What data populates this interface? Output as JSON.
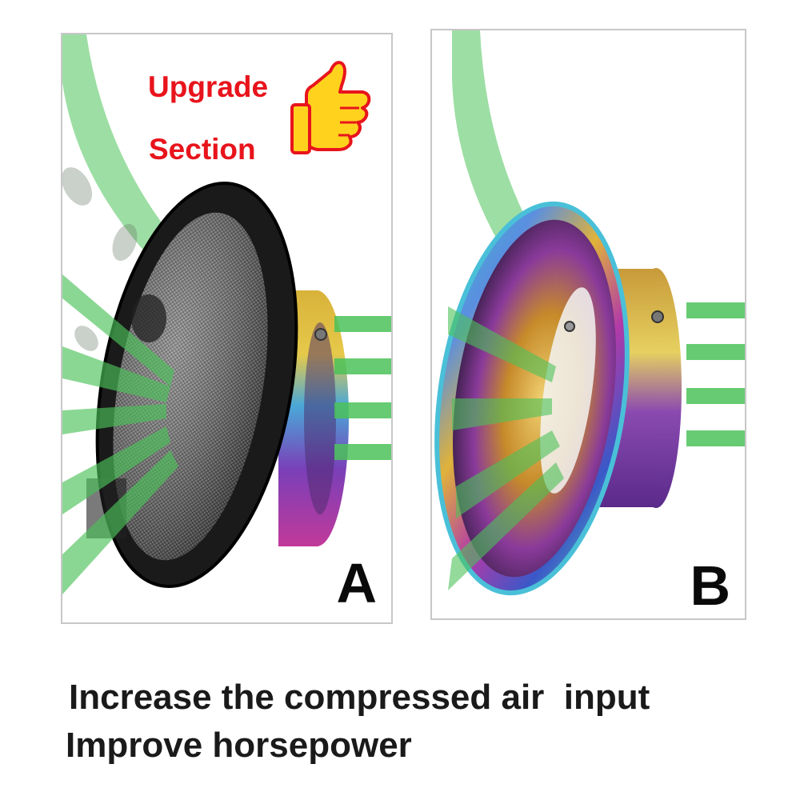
{
  "panel_a": {
    "badge_line1": "Upgrade",
    "badge_line2": "Section",
    "letter": "A",
    "icon": "thumbs-up-icon"
  },
  "panel_b": {
    "letter": "B"
  },
  "caption": {
    "line1": "Increase the compressed air  input",
    "line2": "Improve horsepower"
  },
  "colors": {
    "badge_red": "#e8141c",
    "thumb_yellow": "#ffd21e",
    "airflow_green": "#4cc25a",
    "panel_border": "#c7c7c7",
    "caption_text": "#1a1a1a"
  }
}
